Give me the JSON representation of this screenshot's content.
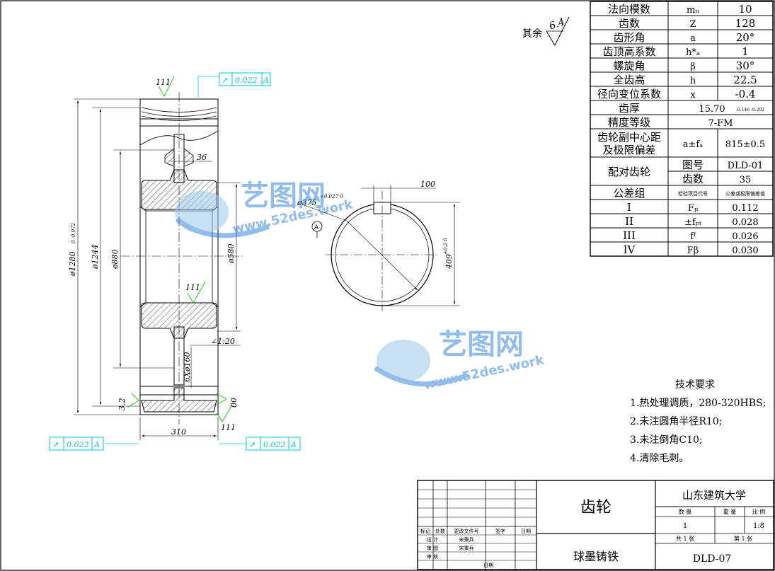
{
  "title_block": {
    "part_name": "齿轮",
    "school": "山东建筑大学",
    "material": "球墨铸铁",
    "drawing_no": "DLD-07",
    "quantity_label": "数 量",
    "weight_label": "重 量",
    "scale_label": "比 例",
    "quantity": "1",
    "scale": "1:8",
    "sheets_total": "共 1 张",
    "sheet_no": "第 1 张",
    "labels": [
      "标记",
      "处数",
      "更改文件号",
      "签字",
      "日期",
      "设 计",
      "审 图",
      "审 核",
      "日期"
    ],
    "designer": "宋秉兵",
    "reviewer": "宋秉兵"
  },
  "param_table": {
    "rows": [
      {
        "name": "法向模数",
        "sym": "mₙ",
        "val": "10"
      },
      {
        "name": "齿数",
        "sym": "Z",
        "val": "128"
      },
      {
        "name": "齿形角",
        "sym": "a",
        "val": "20°"
      },
      {
        "name": "齿顶高系数",
        "sym": "h*ₐ",
        "val": "1"
      },
      {
        "name": "螺旋角",
        "sym": "β",
        "val": "30°"
      },
      {
        "name": "全齿高",
        "sym": "h",
        "val": "22.5"
      },
      {
        "name": "径向变位系数",
        "sym": "x",
        "val": "-0.4"
      }
    ],
    "thickness_name": "齿厚",
    "thickness_val": "15.70",
    "thickness_tol": "-0.146 -0.292",
    "accuracy_name": "精度等级",
    "accuracy_val": "7-FM",
    "center_name_1": "齿轮副中心距",
    "center_name_2": "及极限偏差",
    "center_sym": "a±fₐ",
    "center_val": "815±0.5",
    "mate_name": "配对齿轮",
    "mate_no_label": "图号",
    "mate_no": "DLD-01",
    "mate_teeth_label": "齿数",
    "mate_teeth": "35",
    "tol_group_name": "公差组",
    "tol_group_c2": "检验项目代号",
    "tol_group_c3": "公差或极限偏差值",
    "tol_rows": [
      {
        "grp": "I",
        "sym": "Fₚ",
        "val": "0.112"
      },
      {
        "grp": "II",
        "sym": "±fₚₜ",
        "val": "0.028"
      },
      {
        "grp": "III",
        "sym": "fᶠ",
        "val": "0.026"
      },
      {
        "grp": "IV",
        "sym": "Fβ",
        "val": "0.030"
      }
    ]
  },
  "tech_req": {
    "title": "技术要求",
    "items": [
      "1.热处理调质，280-320HBS;",
      "2.未注圆角半径R10;",
      "3.未注倒角C10;",
      "4.清除毛刺。"
    ]
  },
  "surface_other": {
    "label": "其余",
    "value": "6.4"
  },
  "dimensions": {
    "d1280": "ø1280",
    "d1280_tol": "0 -0.072",
    "d1244": "ø1244",
    "d880": "ø880",
    "d580": "ø580",
    "d375": "ø375",
    "d375_tol": "+0.027 0",
    "w36": "36",
    "w310": "310",
    "holes": "6Xø160",
    "taper": "∠1:20",
    "kw100": "100",
    "kh409": "409",
    "kh409_tol": "+0.2 0",
    "chamfer32": "3.2"
  },
  "roughness": {
    "r111": "111",
    "r00": "00"
  },
  "tolerance_frames": [
    {
      "sym": "↗",
      "val": "0.022",
      "datum": "A"
    },
    {
      "sym": "↗",
      "val": "0.022",
      "datum": "A"
    },
    {
      "sym": "↗",
      "val": "0.022",
      "datum": "A"
    }
  ],
  "datum_label": "A",
  "watermark": {
    "brand": "艺图网",
    "url": "www.52des.work"
  },
  "colors": {
    "line": "#000000",
    "annot": "#00c8d8",
    "rough": "#22c722",
    "wm": "#3a86d9"
  }
}
